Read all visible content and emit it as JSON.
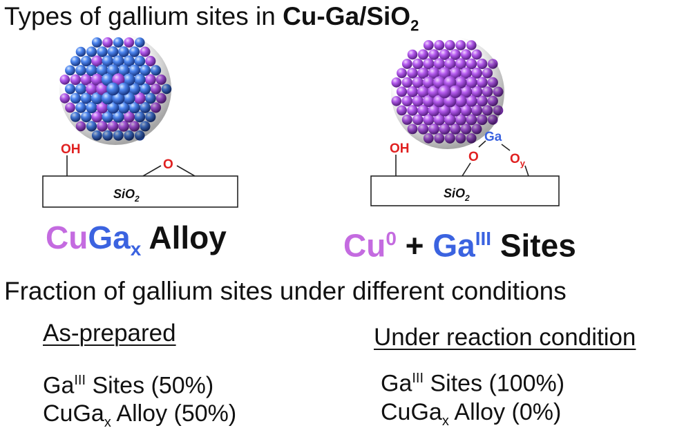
{
  "title": {
    "prefix": "Types of gallium sites in ",
    "bold_main": "Cu-Ga/SiO",
    "bold_sub": "2"
  },
  "left_model": {
    "oh_label": "OH",
    "o_label": "O",
    "support_main": "SiO",
    "support_sub": "2",
    "caption": {
      "cu": "Cu",
      "ga": "Ga",
      "x": "x",
      "rest": " Alloy"
    }
  },
  "right_model": {
    "oh_label": "OH",
    "ga_label": "Ga",
    "o_label": "O",
    "oy_main": "O",
    "oy_sub": "y",
    "support_main": "SiO",
    "support_sub": "2",
    "caption": {
      "cu": "Cu",
      "cu_sup": "0",
      "plus": " + ",
      "ga": "Ga",
      "ga_sup": "III",
      "rest": " Sites"
    }
  },
  "fraction_heading": "Fraction of gallium sites under different conditions",
  "columns": [
    {
      "header": "As-prepared",
      "rows": [
        {
          "a": "Ga",
          "sup": "III",
          "sub": "",
          "b": " Sites (50%)"
        },
        {
          "a": "CuGa",
          "sup": "",
          "sub": "x",
          "b": " Alloy (50%)"
        }
      ]
    },
    {
      "header": "Under reaction condition",
      "rows": [
        {
          "a": "Ga",
          "sup": "III",
          "sub": "",
          "b": " Sites (100%)"
        },
        {
          "a": "CuGa",
          "sup": "",
          "sub": "x",
          "b": " Alloy (0%)"
        }
      ]
    }
  ],
  "colors": {
    "cu": "#c46be0",
    "ga": "#3b63e0",
    "oxygen_label": "#e02020",
    "cu_sphere": "#b65cf0",
    "ga_sphere": "#4d86f0"
  }
}
